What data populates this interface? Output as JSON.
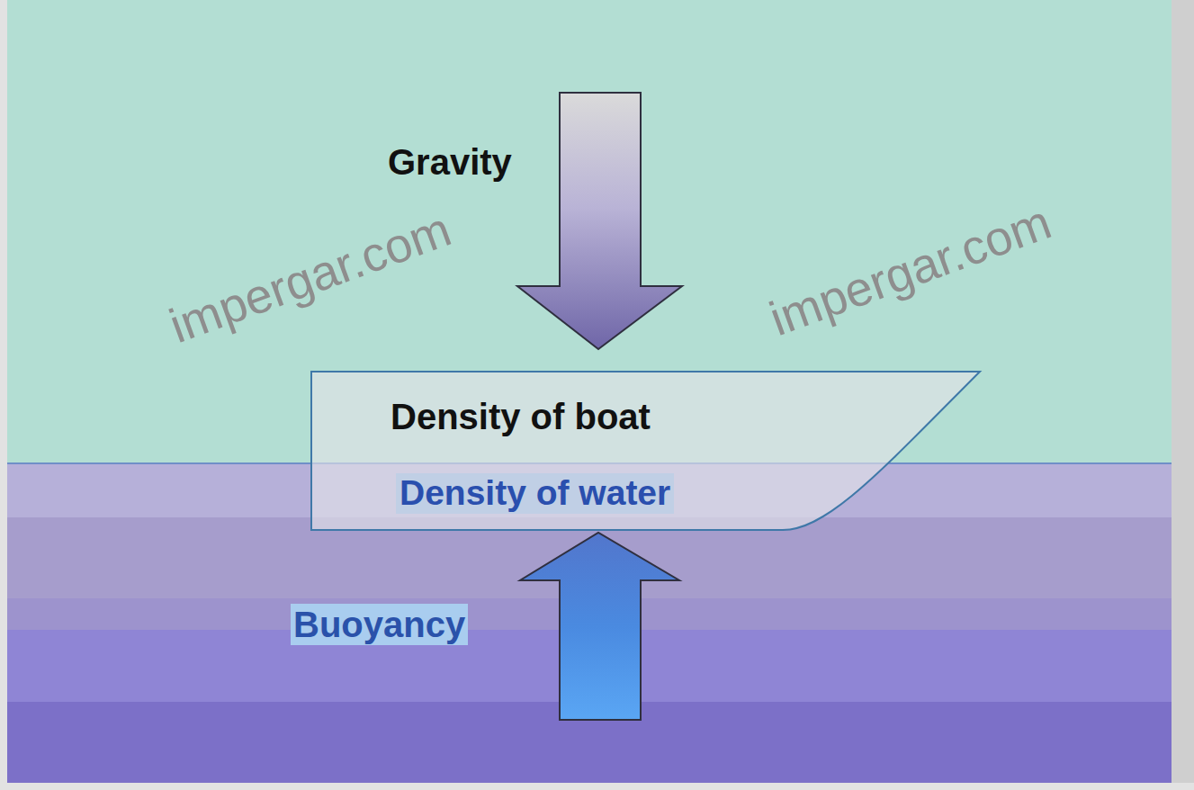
{
  "diagram": {
    "nodes": [
      {
        "text": [
          "Density of boat",
          "Density of water"
        ]
      }
    ],
    "labels": [
      "Gravity",
      "Buoyancy",
      "impergar.com",
      "impergar.com"
    ]
  }
}
